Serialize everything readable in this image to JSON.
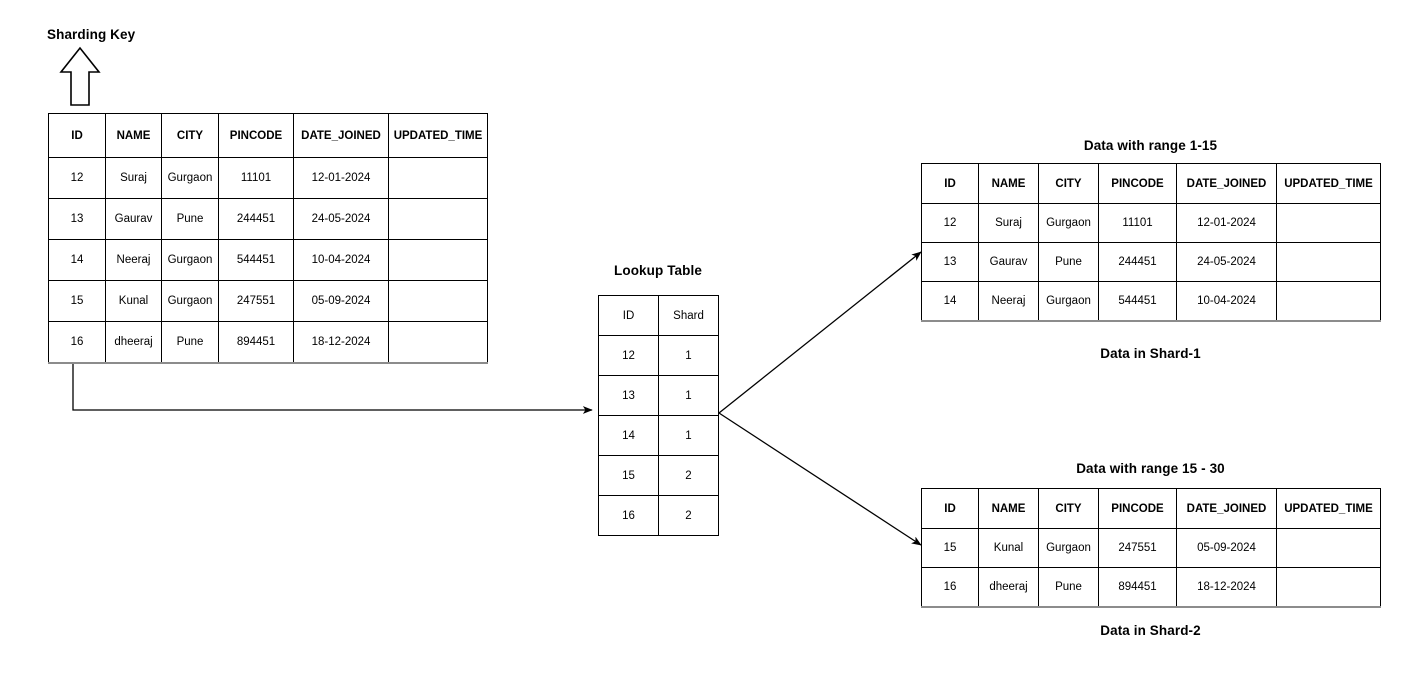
{
  "diagram": {
    "sharding_key_label": "Sharding Key",
    "colors": {
      "line": "#000000",
      "table_border": "#000000",
      "table_bottom_border": "#8c8c8c",
      "text": "#000000",
      "background": "#ffffff"
    }
  },
  "source_table": {
    "columns": [
      "ID",
      "NAME",
      "CITY",
      "PINCODE",
      "DATE_JOINED",
      "UPDATED_TIME"
    ],
    "rows": [
      [
        "12",
        "Suraj",
        "Gurgaon",
        "11101",
        "12-01-2024",
        ""
      ],
      [
        "13",
        "Gaurav",
        "Pune",
        "244451",
        "24-05-2024",
        ""
      ],
      [
        "14",
        "Neeraj",
        "Gurgaon",
        "544451",
        "10-04-2024",
        ""
      ],
      [
        "15",
        "Kunal",
        "Gurgaon",
        "247551",
        "05-09-2024",
        ""
      ],
      [
        "16",
        "dheeraj",
        "Pune",
        "894451",
        "18-12-2024",
        ""
      ]
    ]
  },
  "lookup_table": {
    "title": "Lookup Table",
    "columns": [
      "ID",
      "Shard"
    ],
    "rows": [
      [
        "12",
        "1"
      ],
      [
        "13",
        "1"
      ],
      [
        "14",
        "1"
      ],
      [
        "15",
        "2"
      ],
      [
        "16",
        "2"
      ]
    ]
  },
  "shard1": {
    "title": "Data with range 1-15",
    "caption": "Data in Shard-1",
    "columns": [
      "ID",
      "NAME",
      "CITY",
      "PINCODE",
      "DATE_JOINED",
      "UPDATED_TIME"
    ],
    "rows": [
      [
        "12",
        "Suraj",
        "Gurgaon",
        "11101",
        "12-01-2024",
        ""
      ],
      [
        "13",
        "Gaurav",
        "Pune",
        "244451",
        "24-05-2024",
        ""
      ],
      [
        "14",
        "Neeraj",
        "Gurgaon",
        "544451",
        "10-04-2024",
        ""
      ]
    ]
  },
  "shard2": {
    "title": "Data with range 15 - 30",
    "caption": "Data in Shard-2",
    "columns": [
      "ID",
      "NAME",
      "CITY",
      "PINCODE",
      "DATE_JOINED",
      "UPDATED_TIME"
    ],
    "rows": [
      [
        "15",
        "Kunal",
        "Gurgaon",
        "247551",
        "05-09-2024",
        ""
      ],
      [
        "16",
        "dheeraj",
        "Pune",
        "894451",
        "18-12-2024",
        ""
      ]
    ]
  }
}
